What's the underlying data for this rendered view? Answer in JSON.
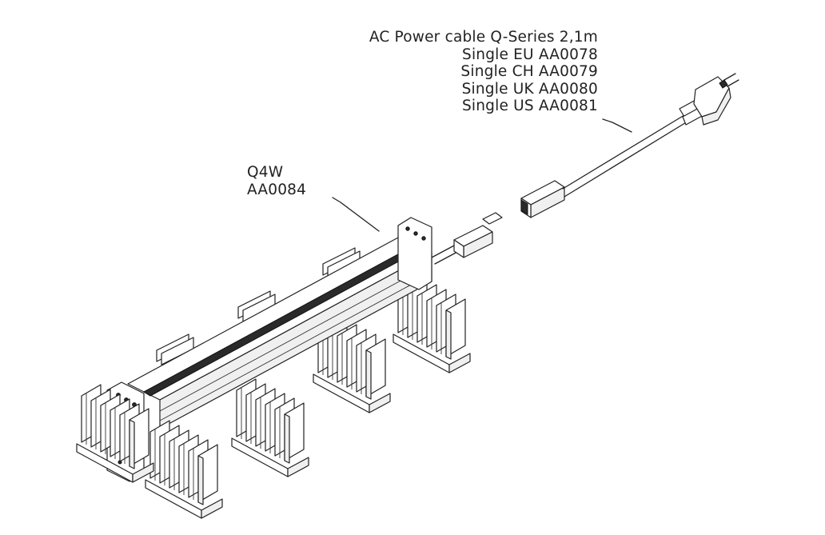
{
  "cable_callout": {
    "title": "AC Power cable Q-Series 2,1m",
    "variants": [
      "Single EU  AA0078",
      "Single CH AA0079",
      "Single UK  AA0080",
      "Single US  AA0081"
    ]
  },
  "unit_callout": {
    "name": "Q4W",
    "code": "AA0084"
  }
}
